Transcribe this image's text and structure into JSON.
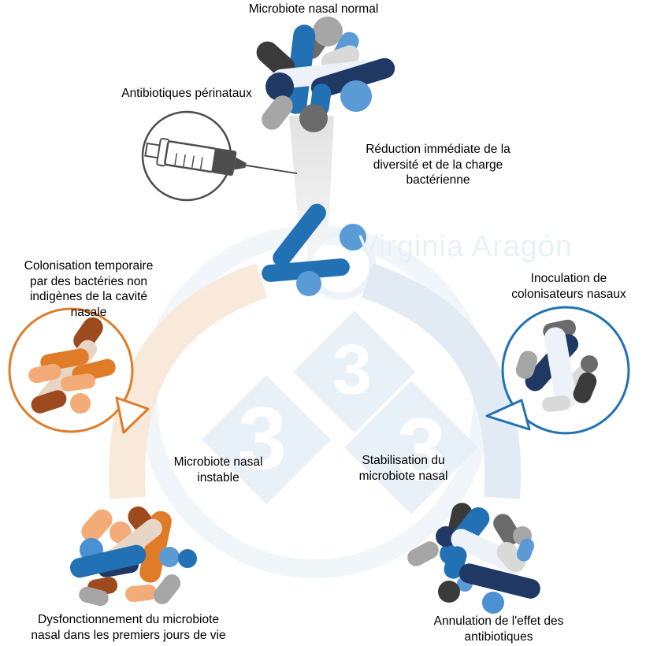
{
  "palette": {
    "blue": "#2271b5",
    "navy": "#1f3864",
    "sky_blue": "#5b9bd5",
    "mid_blue": "#4a90d2",
    "dark_gray": "#3a3a3a",
    "mid_gray": "#6b6b6b",
    "gray": "#a6a6a6",
    "light_gray": "#d9d9d9",
    "pale_white": "#edf2f9",
    "orange": "#e07b28",
    "rust": "#9c4a1e",
    "light_orange": "#f3ab77",
    "beige": "#e7d5c5",
    "peach_band": "#f9e7d8",
    "blue_band": "#dfe9f3",
    "outline": "#4d4d4d",
    "watermark": "#e9f1f8",
    "text": "#000000"
  },
  "labels": {
    "normal": [
      "Microbiote nasal normal"
    ],
    "antibiotics": [
      "Antibiotiques périnataux"
    ],
    "reduction": [
      "Réduction immédiate de la",
      "diversité et de la charge",
      "bactérienne"
    ],
    "colonisation": [
      "Colonisation temporaire",
      "par des bactéries non",
      "indigènes de la cavité",
      "nasale"
    ],
    "inoculation": [
      "Inoculation de",
      "colonisateurs nasaux"
    ],
    "unstable": [
      "Microbiote nasal",
      "instable"
    ],
    "stabilisation": [
      "Stabilisation du",
      "microbiote nasal"
    ],
    "dysfunction": [
      "Dysfonctionnement du microbiote",
      "nasal dans les premiers jours de vie"
    ],
    "annulation": [
      "Annulation de l'effet des",
      "antibiotiques"
    ]
  },
  "watermark": {
    "name": "Virginia Aragón",
    "badge": "3"
  }
}
